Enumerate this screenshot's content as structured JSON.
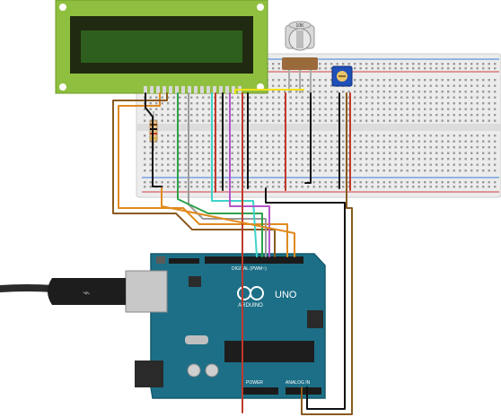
{
  "potentiometer": {
    "label": "10K"
  },
  "arduino": {
    "brand_text": "ARDUINO",
    "model_text": "UNO",
    "digital_header_text": "DIGITAL (PWM~)",
    "analog_header_text": "ANALOG IN",
    "power_header_text": "POWER"
  },
  "colors": {
    "lcd_bezel": "#8fbf3f",
    "lcd_screen": "#2f5f1f",
    "breadboard": "#ececec",
    "arduino_board": "#1c6f86",
    "wire_red": "#c0392b",
    "wire_black": "#111111",
    "wire_orange": "#e08a1e",
    "wire_brown": "#8a5a1f",
    "wire_yellow": "#f2e21a",
    "wire_green": "#2ea24a",
    "wire_cyan": "#3fd3c8",
    "wire_purple": "#b457c9",
    "wire_gray": "#9b9b9b"
  }
}
